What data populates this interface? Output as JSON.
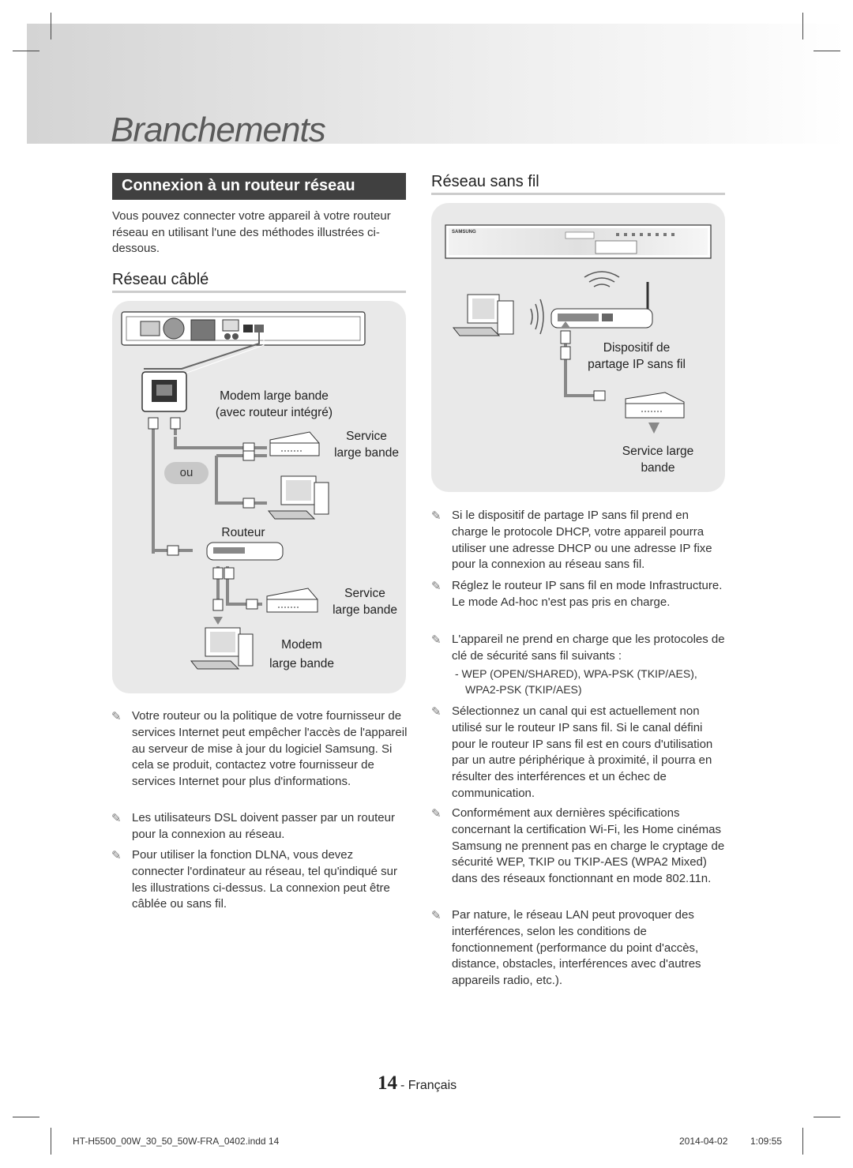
{
  "header": {
    "title": "Branchements"
  },
  "section": {
    "title": "Connexion à un routeur réseau"
  },
  "intro": "Vous pouvez connecter votre appareil à votre routeur réseau en utilisant l'une des méthodes illustrées ci-dessous.",
  "wired": {
    "title": "Réseau câblé",
    "labels": {
      "modem_router_1": "Modem large bande",
      "modem_router_2": "(avec routeur intégré)",
      "service1_1": "Service",
      "service1_2": "large bande",
      "ou": "ou",
      "router": "Routeur",
      "service2_1": "Service",
      "service2_2": "large bande",
      "modem_1": "Modem",
      "modem_2": "large bande"
    },
    "notes": [
      "Votre routeur ou la politique de votre fournisseur de services Internet peut empêcher l'accès de l'appareil au serveur de mise à jour du logiciel Samsung. Si cela se produit, contactez votre fournisseur de services Internet pour plus d'informations.",
      "Les utilisateurs DSL doivent passer par un routeur pour la connexion au réseau.",
      "Pour utiliser la fonction DLNA, vous devez connecter l'ordinateur au réseau, tel qu'indiqué sur les illustrations ci-dessus. La connexion peut être câblée ou sans fil."
    ]
  },
  "wireless": {
    "title": "Réseau sans fil",
    "device_brand": "SAMSUNG",
    "labels": {
      "ip_sharer_1": "Dispositif de",
      "ip_sharer_2": "partage IP sans fil",
      "service_1": "Service large",
      "service_2": "bande"
    },
    "notes": [
      "Si le dispositif de partage IP sans fil prend en charge le protocole DHCP, votre appareil pourra utiliser une adresse DHCP ou une adresse IP fixe pour la connexion au réseau sans fil.",
      "Réglez le routeur IP sans fil en mode Infrastructure. Le mode Ad-hoc n'est pas pris en charge.",
      "L'appareil ne prend en charge que les protocoles de clé de sécurité sans fil suivants :",
      "Sélectionnez un canal qui est actuellement non utilisé sur le routeur IP sans fil. Si le canal défini pour le routeur IP sans fil est en cours d'utilisation par un autre périphérique à proximité, il pourra en résulter des interférences et un échec de communication.",
      "Conformément aux dernières spécifications concernant la certification Wi-Fi, les Home cinémas Samsung ne prennent pas en charge le cryptage de sécurité WEP, TKIP ou TKIP-AES (WPA2 Mixed) dans des réseaux fonctionnant en mode 802.11n.",
      "Par nature, le réseau LAN peut provoquer des interférences, selon les conditions de fonctionnement (performance du point d'accès, distance, obstacles, interférences avec d'autres appareils radio, etc.)."
    ],
    "protocols_1": "-  WEP (OPEN/SHARED), WPA-PSK (TKIP/AES),",
    "protocols_2": "WPA2-PSK (TKIP/AES)"
  },
  "page": {
    "number": "14",
    "language": "- Français"
  },
  "footer": {
    "file": "HT-H5500_00W_30_50_50W-FRA_0402.indd   14",
    "date": "2014-04-02",
    "time": "1:09:55"
  },
  "icons": {
    "note": "pencil-icon"
  },
  "colors": {
    "section_bar": "#404040",
    "panel": "#e9e9e9",
    "rule": "#cccccc"
  }
}
